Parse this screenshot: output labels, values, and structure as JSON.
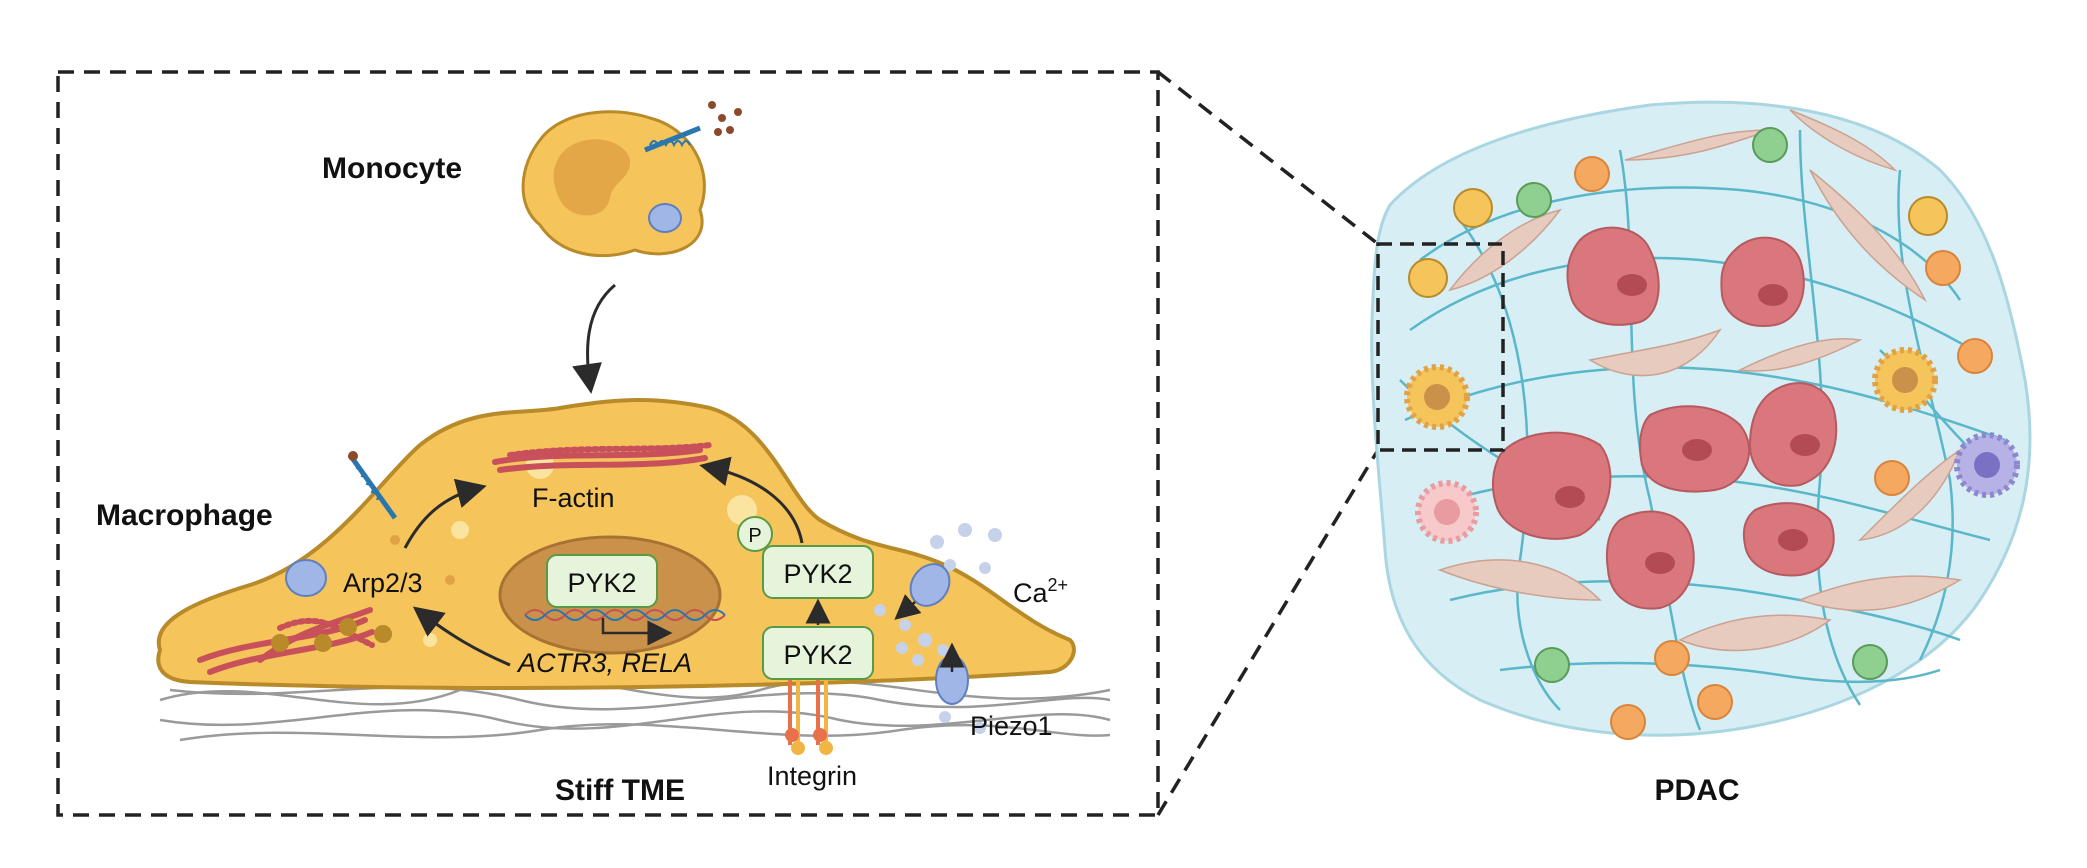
{
  "labels": {
    "monocyte": "Monocyte",
    "macrophage": "Macrophage",
    "f_actin": "F-actin",
    "arp23": "Arp2/3",
    "pyk2_nucleus": "PYK2",
    "pyk2_upper": "PYK2",
    "pyk2_lower": "PYK2",
    "phospho": "P",
    "genes": "ACTR3, RELA",
    "calcium": "Ca",
    "calcium_sup": "2+",
    "piezo1": "Piezo1",
    "integrin": "Integrin",
    "stiff_tme": "Stiff TME",
    "pdac": "PDAC"
  },
  "colors": {
    "cell_fill": "#f5c45a",
    "cell_stroke": "#b98a2a",
    "nucleus_fill": "#c9914a",
    "pyk2_fill": "#e6f4dc",
    "pyk2_stroke": "#5b9a45",
    "actin": "#c8505a",
    "channel": "#9fb6e6",
    "tumor_cell": "#d9777c",
    "stroma_fill": "#d6eef4",
    "fiber": "#5ab6c9",
    "fibroblast": "#e8cbbf",
    "arrow": "#2b2b2b"
  }
}
